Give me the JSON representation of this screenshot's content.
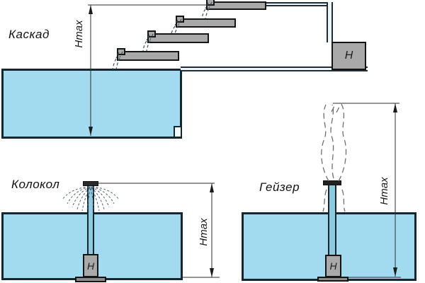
{
  "diagram": {
    "cascade": {
      "title": "Каскад",
      "dimension": "Hmax",
      "pump": "H"
    },
    "bell": {
      "title": "Колокол",
      "dimension": "Hmax",
      "pump": "H"
    },
    "geyser": {
      "title": "Гейзер",
      "dimension": "Hmax",
      "pump": "H"
    }
  },
  "colors": {
    "water": "#a2dbef",
    "metal_gray": "#a9a9a9",
    "pump_base_gray": "#8c8c8c",
    "outline": "#15262e",
    "dimension_line": "#2e2e2e",
    "background": "#ffffff"
  },
  "icons": {
    "dimension_arrow": "▲",
    "water_stream": "dashed-curve"
  }
}
